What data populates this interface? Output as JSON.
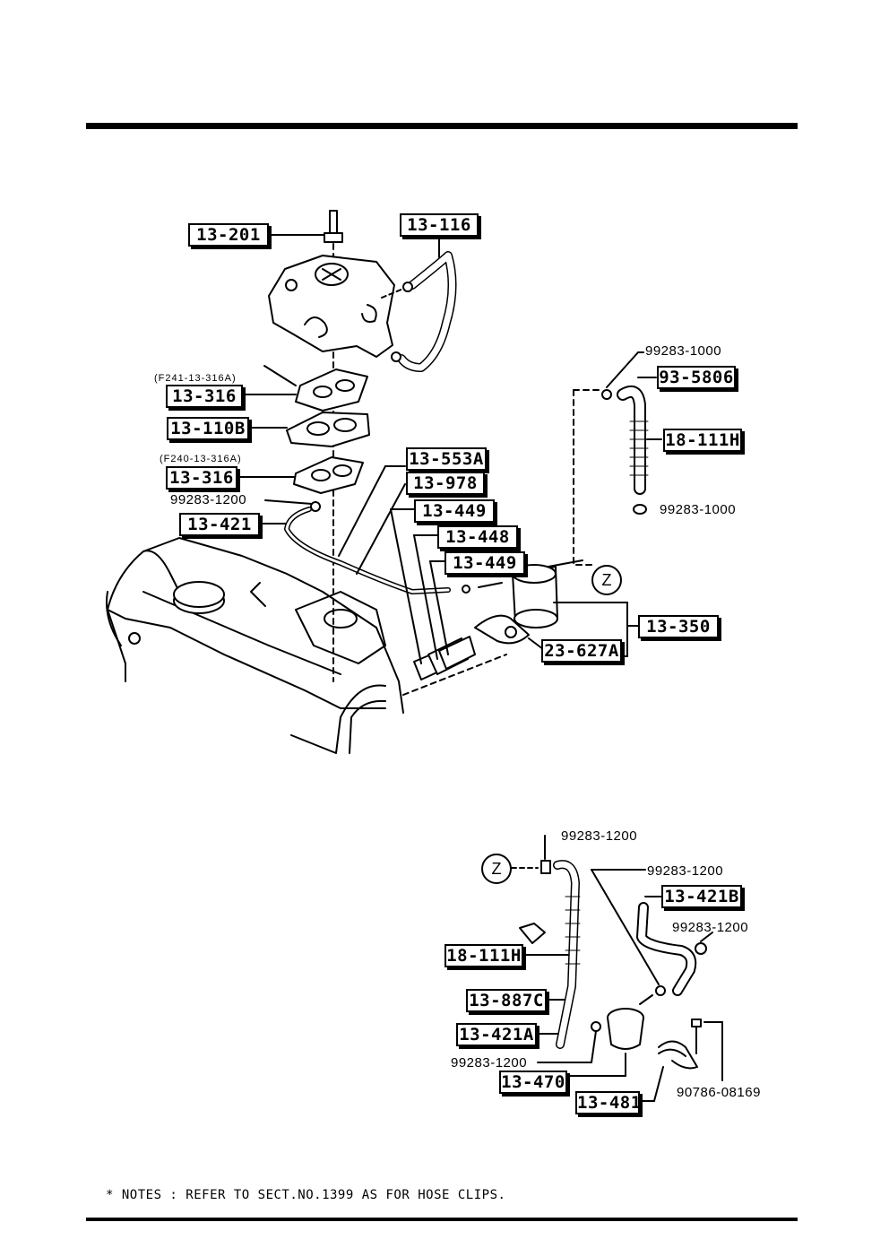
{
  "callouts": {
    "p13_201": "13-201",
    "p13_116": "13-116",
    "p13_316_a": "13-316",
    "p13_110b": "13-110B",
    "p13_316_b": "13-316",
    "p13_421": "13-421",
    "p13_553a": "13-553A",
    "p13_978": "13-978",
    "p13_449_a": "13-449",
    "p13_448": "13-448",
    "p13_449_b": "13-449",
    "p13_350": "13-350",
    "p23_627a": "23-627A",
    "p93_5806": "93-5806",
    "p18_111h_a": "18-111H",
    "p13_421b": "13-421B",
    "p18_111h_b": "18-111H",
    "p13_887c": "13-887C",
    "p13_421a": "13-421A",
    "p13_470": "13-470",
    "p13_481": "13-481"
  },
  "part_numbers": {
    "n99283_1000_top": "99283-1000",
    "n99283_1000_bot": "99283-1000",
    "n99283_1200_left": "99283-1200",
    "n99283_1200_z": "99283-1200",
    "n99283_1200_r1": "99283-1200",
    "n99283_1200_r2": "99283-1200",
    "n99283_1200_low": "99283-1200",
    "n90786_08169": "90786-08169"
  },
  "sub_notes": {
    "f241": "(F241-13-316A)",
    "f240": "(F240-13-316A)"
  },
  "markers": {
    "z_top": "Z",
    "z_bottom": "Z"
  },
  "notes": "* NOTES : REFER TO SECT.NO.1399 AS FOR HOSE CLIPS."
}
